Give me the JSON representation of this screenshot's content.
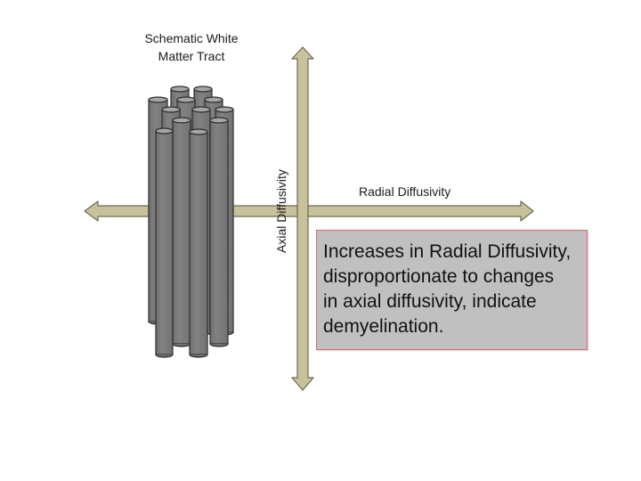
{
  "diagram": {
    "tract_title": "Schematic White Matter Tract",
    "tract_title_lines": [
      "Schematic White",
      "Matter Tract"
    ],
    "axial_label": "Axial Diffusivity",
    "radial_label": "Radial Diffusivity",
    "note": {
      "lines": [
        "Increases in Radial Diffusivity,",
        "disproportionate to changes",
        "in axial diffusivity, indicate",
        "demyelination."
      ],
      "text": "Increases in Radial Diffusivity, disproportionate to changes in axial diffusivity, indicate demyelination."
    },
    "colors": {
      "arrow_fill": "#c9c19a",
      "arrow_outline": "#6b6a5c",
      "cylinder_body": "#7b7b7b",
      "cylinder_top": "#a6a6a6",
      "cylinder_outline": "#2e2e2e",
      "note_fill": "#c0c0c0",
      "note_border": "#d46a74"
    }
  }
}
